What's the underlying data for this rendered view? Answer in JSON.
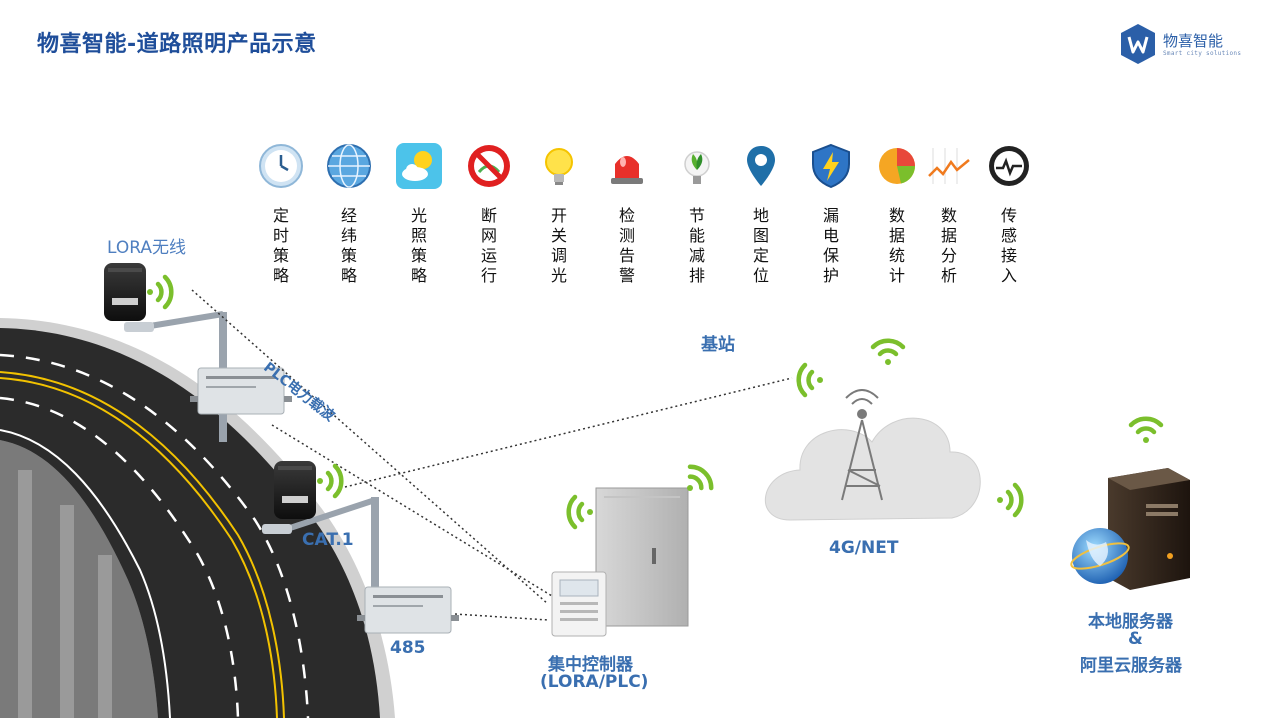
{
  "header": {
    "title": "物喜智能-道路照明产品示意"
  },
  "brand": {
    "name": "物喜智能",
    "tagline": "Smart city solutions",
    "colors": {
      "primary": "#2b5fa8",
      "accent": "#7bbf2c"
    }
  },
  "features": [
    {
      "label": "定时策略",
      "icon": "clock-icon"
    },
    {
      "label": "经纬策略",
      "icon": "globe-icon"
    },
    {
      "label": "光照策略",
      "icon": "sun-cloud-icon"
    },
    {
      "label": "断网运行",
      "icon": "no-signal-icon"
    },
    {
      "label": "开关调光",
      "icon": "bulb-icon"
    },
    {
      "label": "检测告警",
      "icon": "alarm-light-icon"
    },
    {
      "label": "节能减排",
      "icon": "eco-bulb-icon"
    },
    {
      "label": "地图定位",
      "icon": "map-pin-icon"
    },
    {
      "label": "漏电保护",
      "icon": "shield-bolt-icon"
    },
    {
      "label": "数据统计",
      "icon": "pie-chart-icon"
    },
    {
      "label": "数据分析",
      "icon": "line-chart-icon"
    },
    {
      "label": "传感接入",
      "icon": "heartbeat-sensor-icon"
    }
  ],
  "diagram": {
    "lora": "LORA无线",
    "plc": "PLC电力载波",
    "base_station": "基站",
    "cat1": "CAT.1",
    "rs485": "485",
    "network": "4G/NET",
    "controller_line1": "集中控制器",
    "controller_line2": "(LORA/PLC)",
    "server_line1": "本地服务器",
    "server_line2": "&",
    "server_line3": "阿里云服务器"
  }
}
